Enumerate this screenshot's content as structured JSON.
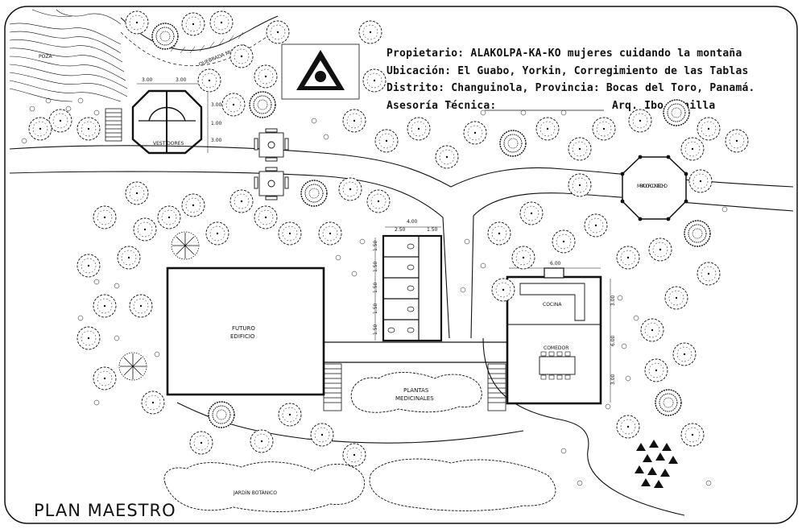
{
  "header": {
    "owner": "Propietario: ALAKOLPA-KA-KO  mujeres cuidando la montaña",
    "location": "Ubicación: El Guabo, Yorkin, Corregimiento de las Tablas",
    "district": "Distrito: Changuinola, Provincia: Bocas del Toro, Panamá.",
    "advisory_label": "Asesoría Técnica:",
    "architect": "Arq. Ibo bonilla"
  },
  "labels": {
    "poza": "POZA",
    "quebrada": "QUEBRADA MUJERES",
    "vestidores": "VESTIDORES",
    "mirador": "MIRADOR CON TECHO",
    "futuro_edificio_1": "FUTURO",
    "futuro_edificio_2": "EDIFICIO",
    "cocina": "COCINA",
    "comedor": "COMEDOR",
    "plantas_1": "PLANTAS",
    "plantas_2": "MEDICINALES",
    "jardin": "JARDÍN BOTÁNICO",
    "plan_title": "PLAN  MAESTRO"
  },
  "dimensions": {
    "vest_top_left": "3.00",
    "vest_top_right": "3.00",
    "vest_side_top": "3.00",
    "vest_side_mid": "1.00",
    "vest_side_bottom": "3.00",
    "bath_total": "4.00",
    "bath_left": "2.50",
    "bath_right": "1.50",
    "bath_side_1": "1.50",
    "bath_side_2": "1.50",
    "bath_side_3": "1.50",
    "bath_side_4": "1.50",
    "bath_side_5": "1.50",
    "kitchen_top": "6.00",
    "kitchen_side_1": "3.00",
    "kitchen_side_2": "6.00",
    "kitchen_side_3": "3.00"
  }
}
